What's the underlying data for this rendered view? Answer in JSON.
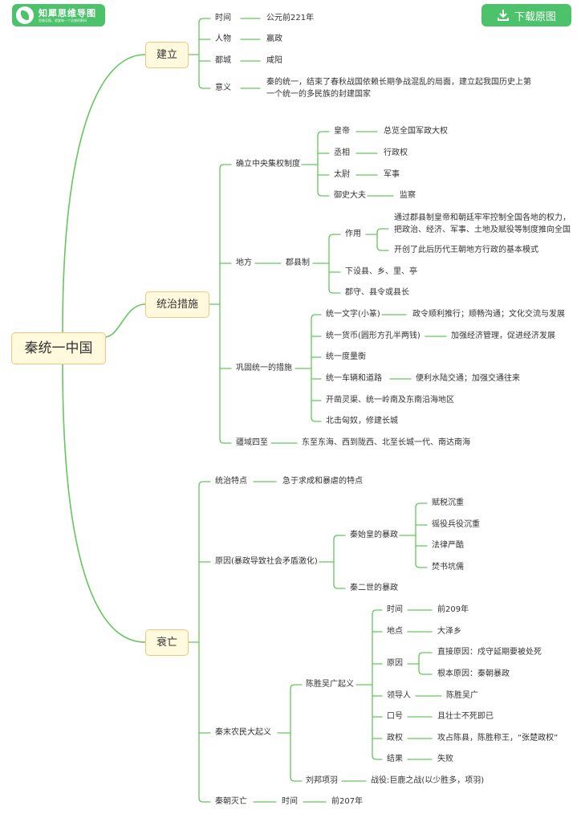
{
  "brand": {
    "name": "知犀思维导图",
    "tagline": "思维导图，就要每一个灵感的瞬间",
    "download_label": "下载原图"
  },
  "colors": {
    "line": "#64c75c",
    "accent": "#4cc36b",
    "box_fill": "#fff9dd",
    "box_border": "#f1c67a"
  },
  "map": {
    "root": "秦统一中国",
    "establish": {
      "label": "建立",
      "time_label": "时间",
      "time_value": "公元前221年",
      "person_label": "人物",
      "person_value": "嬴政",
      "capital_label": "都城",
      "capital_value": "咸阳",
      "meaning_label": "意义",
      "meaning_value": "秦的统一，结束了春秋战国依赖长期争战混乱的局面，建立起我国历史上第一个统一的多民族的封建国家"
    },
    "rule": {
      "label": "统治措施",
      "central": {
        "label": "确立中央集权制度",
        "emperor": "皇帝",
        "emperor_desc": "总览全国军政大权",
        "chancellor": "丞相",
        "chancellor_desc": "行政权",
        "taiwei": "太尉",
        "taiwei_desc": "军事",
        "censor": "御史大夫",
        "censor_desc": "监察"
      },
      "local": {
        "label": "地方",
        "system": "郡县制",
        "effect_label": "作用",
        "effect_1": "通过郡县制皇帝和朝廷牢牢控制全国各地的权力，把政治、经济、军事、土地及赋役等制度推向全国",
        "effect_2": "开创了此后历代王朝地方行政的基本模式",
        "sub_1": "下设县、乡、里、亭",
        "sub_2": "郡守、县令或县长"
      },
      "consolidate": {
        "label": "巩固统一的措施",
        "writing": "统一文字(小篆)",
        "writing_desc": "政令顺利推行；顺畅沟通；文化交流与发展",
        "currency": "统一货币(圆形方孔半两钱)",
        "currency_desc": "加强经济管理，促进经济发展",
        "measures": "统一度量衡",
        "roads": "统一车辆和道路",
        "roads_desc": "便利水陆交通；加强交通往来",
        "canal": "开凿灵渠、统一岭南及东南沿海地区",
        "wall": "北击匈奴，修建长城"
      },
      "territory_label": "疆域四至",
      "territory_value": "东至东海、西到陇西、北至长城一代、南达南海"
    },
    "fall": {
      "label": "衰亡",
      "feature_label": "统治特点",
      "feature_value": "急于求成和暴虐的特点",
      "cause": {
        "label": "原因(暴政导致社会矛盾激化)",
        "qin1": "秦始皇的暴政",
        "tax": "赋税沉重",
        "labor": "徭役兵役沉重",
        "law": "法律严酷",
        "burn": "焚书坑儒",
        "qin2": "秦二世的暴政"
      },
      "uprising": {
        "label": "秦末农民大起义",
        "chen": "陈胜吴广起义",
        "time_label": "时间",
        "time_value": "前209年",
        "place_label": "地点",
        "place_value": "大泽乡",
        "reason_label": "原因",
        "direct": "直接原因：戍守延期要被处死",
        "root": "根本原因：秦朝暴政",
        "leader_label": "领导人",
        "leader_value": "陈胜吴广",
        "slogan_label": "口号",
        "slogan_value": "且壮士不死即已",
        "regime_label": "政权",
        "regime_value": "攻占陈县，陈胜称王，“张楚政权”",
        "result_label": "结果",
        "result_value": "失败",
        "liu": "刘邦项羽",
        "liu_desc": "战役:巨鹿之战(以少胜多，项羽)"
      },
      "end_label": "秦朝灭亡",
      "end_time_label": "时间",
      "end_time_value": "前207年"
    }
  }
}
